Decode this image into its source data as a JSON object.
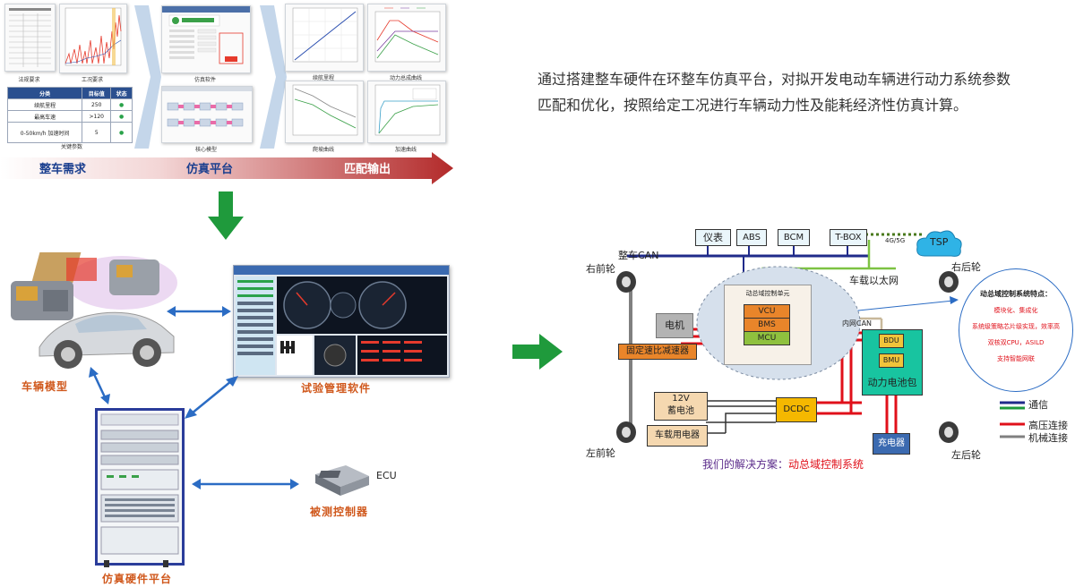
{
  "flow": {
    "stages": [
      "整车需求",
      "仿真平台",
      "匹配输出"
    ],
    "thumb_captions": [
      "法规要求",
      "工况要求",
      "关键参数",
      "仿真软件",
      "核心模型",
      "续航里程",
      "动力总成曲线",
      "爬坡曲线",
      "加速曲线"
    ],
    "key_params": {
      "headers": [
        "分类",
        "目标值",
        "状态"
      ],
      "rows": [
        [
          "续航里程",
          "250",
          "●"
        ],
        [
          "最高车速",
          ">120",
          "●"
        ],
        [
          "0-50km/h 加速时间",
          "5",
          "●"
        ]
      ]
    },
    "legend_small": [
      "———",
      "———",
      "———"
    ]
  },
  "platform": {
    "vehicle_model": "车辆模型",
    "test_software": "试验管理软件",
    "hardware_platform": "仿真硬件平台",
    "ecu": "ECU",
    "ecu_label": "被测控制器"
  },
  "description": "通过搭建整车硬件在环整车仿真平台，对拟开发电动车辆进行动力系统参数匹配和优化，按照给定工况进行车辆动力性及能耗经济性仿真计算。",
  "arch": {
    "can_label": "整车CAN",
    "ethernet_label": "车载以太网",
    "inner_can": "内网CAN",
    "signal_4g": "4G/5G",
    "tsp": "TSP",
    "top_boxes": [
      "仪表",
      "ABS",
      "BCM",
      "T-BOX"
    ],
    "domain_unit": "动总域控制单元",
    "modules": [
      "VCU",
      "BMS",
      "MCU"
    ],
    "motor": "电机",
    "reducer": "固定速比减速器",
    "battery_pack": "动力电池包",
    "bdu": "BDU",
    "bmu": "BMU",
    "dcdc": "DCDC",
    "battery12v": "12V\n蓄电池",
    "loads": "车载用电器",
    "charger": "充电器",
    "wheels": {
      "fr": "右前轮",
      "fl": "左前轮",
      "rr": "右后轮",
      "rl": "左后轮"
    },
    "features_title": "动总域控制系统特点：",
    "features": [
      "模块化、集成化",
      "系统级策略芯片级实现，效率高",
      "双核双CPU，ASILD",
      "支持智能网联"
    ],
    "legend": [
      "通信",
      "高压连接",
      "机械连接"
    ],
    "solution_prefix": "我们的解决方案：",
    "solution_name": "动总域控制系统"
  },
  "colors": {
    "can": "#1f2a8a",
    "ethernet": "#7dc242",
    "hv": "#e0101a",
    "mech": "#808080",
    "arrow_green": "#1f9a3c",
    "chart_blue": "#2a4f8f"
  }
}
